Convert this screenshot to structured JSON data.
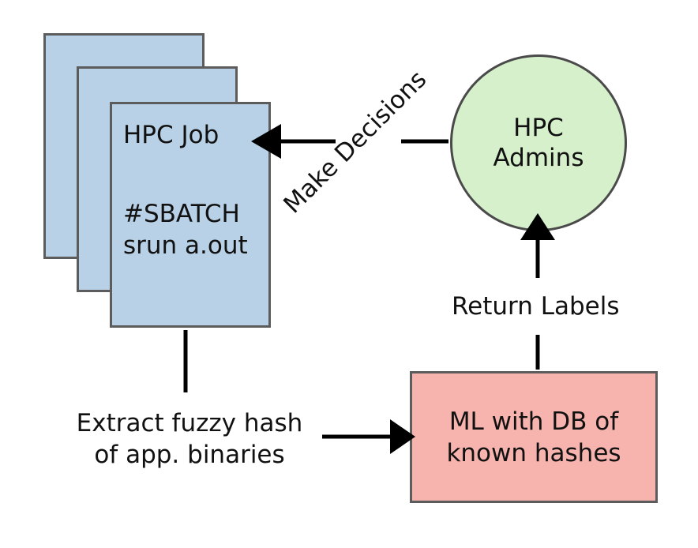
{
  "diagram": {
    "job": {
      "title": "HPC Job",
      "line1": "#SBATCH",
      "line2": "srun a.out"
    },
    "admins": {
      "line1": "HPC",
      "line2": "Admins"
    },
    "ml": {
      "line1": "ML with DB of",
      "line2": "known hashes"
    },
    "edges": {
      "extract_line1": "Extract fuzzy hash",
      "extract_line2": "of app. binaries",
      "return_labels": "Return Labels",
      "make_decisions": "Make Decisions"
    }
  },
  "colors": {
    "job_fill": "#b8d1e6",
    "admins_fill": "#d7f0cc",
    "ml_fill": "#f7b3ae"
  }
}
